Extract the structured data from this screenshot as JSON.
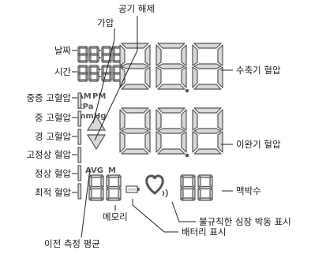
{
  "labels": {
    "air_release": "공기 해제",
    "pressurizing": "가압",
    "date": "날짜",
    "time": "시간",
    "moderate_severe_hypertension": "중증 고혈압",
    "moderate_hypertension": "중 고혈압",
    "mild_hypertension": "경 고혈압",
    "high_normal_pressure": "고정상 혈압",
    "normal_pressure": "정상 혈압",
    "optimal_pressure": "최적 혈압",
    "systolic": "수축기 혈압",
    "diastolic": "이완기 혈압",
    "pulse": "맥박수",
    "irregular_heartbeat": "불규칙한 심장 박동 표시",
    "memory": "메모리",
    "battery": "배터리 표시",
    "average": "이전 측정 평균"
  },
  "lcd": {
    "am": "AM",
    "pm": "PM",
    "unit_kpa": "kPa",
    "unit_mmhg": "mmHg",
    "avg": "AVG",
    "mem": "M"
  },
  "colors": {
    "segment_fill": "#d9d9d9",
    "segment_stroke": "#555555",
    "lcd_text": "#555555",
    "leader": "#222222"
  }
}
